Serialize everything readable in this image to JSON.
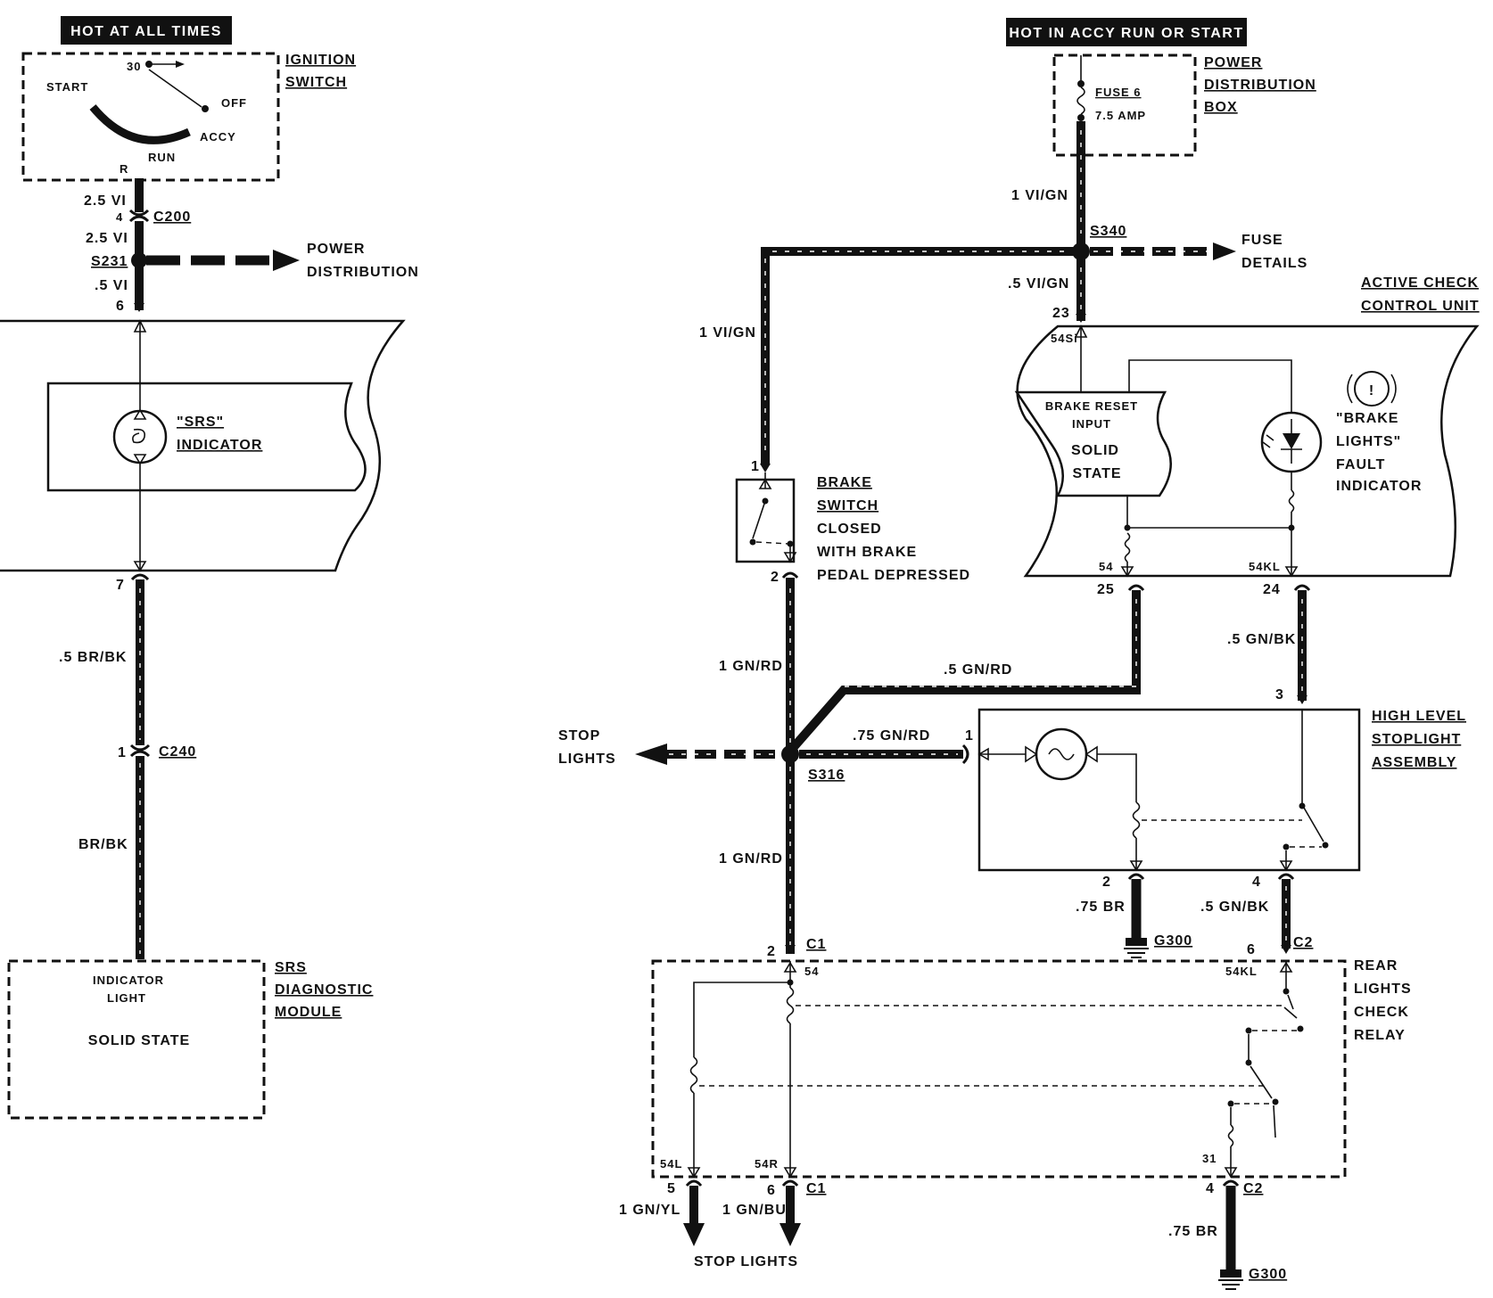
{
  "headers": {
    "left": "HOT AT ALL TIMES",
    "right": "HOT IN ACCY  RUN OR START"
  },
  "ignition_switch": {
    "label_line1": "IGNITION",
    "label_line2": "SWITCH",
    "pin_30": "30",
    "start": "START",
    "off": "OFF",
    "accy": "ACCY",
    "run": "RUN",
    "pin_r": "R"
  },
  "left_circuit": {
    "w1": "2.5 VI",
    "pin_4": "4",
    "c200": "C200",
    "w2": "2.5 VI",
    "s231": "S231",
    "w3": ".5 VI",
    "pin_6": "6",
    "power_dist_1": "POWER",
    "power_dist_2": "DISTRIBUTION",
    "srs_1": "\"SRS\"",
    "srs_2": "INDICATOR",
    "pin_7": "7",
    "w4": ".5 BR/BK",
    "pin_1": "1",
    "c240": "C240",
    "w5": "BR/BK"
  },
  "srs_module": {
    "label_1": "SRS",
    "label_2": "DIAGNOSTIC",
    "label_3": "MODULE",
    "inner_1": "INDICATOR",
    "inner_2": "LIGHT",
    "inner_3": "SOLID STATE"
  },
  "power_box": {
    "fuse_1": "FUSE 6",
    "fuse_2": "7.5 AMP",
    "label_1": "POWER",
    "label_2": "DISTRIBUTION",
    "label_3": "BOX"
  },
  "right_top": {
    "w1": "1 VI/GN",
    "s340": "S340",
    "fuse_details_1": "FUSE",
    "fuse_details_2": "DETAILS",
    "w2": ".5 VI/GN",
    "pin_23": "23",
    "w3": "1 VI/GN"
  },
  "check_unit": {
    "label_1": "ACTIVE CHECK",
    "label_2": "CONTROL UNIT",
    "pin_54si": "54Si",
    "brake_reset_1": "BRAKE RESET",
    "brake_reset_2": "INPUT",
    "solid_1": "SOLID",
    "solid_2": "STATE",
    "fault_1": "\"BRAKE",
    "fault_2": "LIGHTS\"",
    "fault_3": "FAULT",
    "fault_4": "INDICATOR",
    "pin_54": "54",
    "pin_54kl": "54KL",
    "pin_25": "25",
    "pin_24": "24"
  },
  "brake_switch": {
    "pin_1": "1",
    "pin_2": "2",
    "label_1": "BRAKE",
    "label_2": "SWITCH",
    "label_3": "CLOSED",
    "label_4": "WITH BRAKE",
    "label_5": "PEDAL DEPRESSED"
  },
  "middle": {
    "w_1gnrd_a": "1 GN/RD",
    "w_5gnrd": ".5 GN/RD",
    "w_5gnbk_a": ".5 GN/BK",
    "pin_3": "3",
    "stop_1": "STOP",
    "stop_2": "LIGHTS",
    "w_75gnrd": ".75 GN/RD",
    "pin_1": "1",
    "s316": "S316",
    "w_1gnrd_b": "1 GN/RD"
  },
  "stoplight_assembly": {
    "label_1": "HIGH LEVEL",
    "label_2": "STOPLIGHT",
    "label_3": "ASSEMBLY",
    "pin_2": "2",
    "w_75br": ".75 BR",
    "g300": "G300",
    "pin_4": "4",
    "w_5gnbk": ".5 GN/BK"
  },
  "relay": {
    "pin_2": "2",
    "c1_top": "C1",
    "pin_54": "54",
    "pin_6": "6",
    "c2_top": "C2",
    "pin_54kl": "54KL",
    "label_1": "REAR",
    "label_2": "LIGHTS",
    "label_3": "CHECK",
    "label_4": "RELAY",
    "pin_54l": "54L",
    "pin_54r": "54R",
    "pin_31": "31",
    "pin_5": "5",
    "pin_6b": "6",
    "c1_bot": "C1",
    "pin_4": "4",
    "c2_bot": "C2",
    "w_1gnyl": "1 GN/YL",
    "w_1gnbu": "1 GN/BU",
    "stop_lights": "STOP LIGHTS",
    "w_75br": ".75 BR",
    "g300": "G300"
  }
}
